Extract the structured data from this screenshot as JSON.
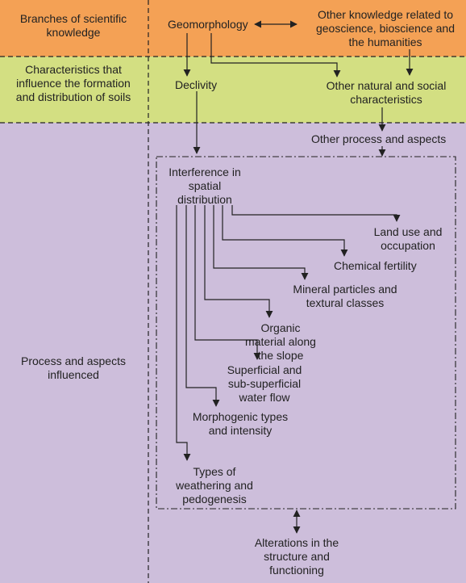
{
  "colors": {
    "band_1": "#F4A155",
    "band_2": "#D3DF82",
    "band_3": "#CDBEDB",
    "line": "#222222"
  },
  "bands": [
    {
      "label": "Branches of scientific knowledge"
    },
    {
      "label": "Characteristics that influence the formation and distribution of soils"
    },
    {
      "label": "Process and aspects influenced"
    }
  ],
  "nodes": {
    "geomorphology": "Geomorphology",
    "other_knowledge": "Other knowledge related to geoscience, bioscience and the humanities",
    "declivity": "Declivity",
    "other_characteristics": "Other natural and social characteristics",
    "other_process": "Other process and aspects",
    "interference": "Interference in spatial distribution",
    "land_use": "Land use and occupation",
    "chemical_fertility": "Chemical fertility",
    "mineral_particles": "Mineral particles and textural classes",
    "organic_material": "Organic material along the slope",
    "water_flow": "Superficial and sub-superficial water flow",
    "morphogenic": "Morphogenic types and intensity",
    "weathering": "Types of weathering and pedogenesis",
    "alterations": "Alterations in the structure and functioning"
  }
}
